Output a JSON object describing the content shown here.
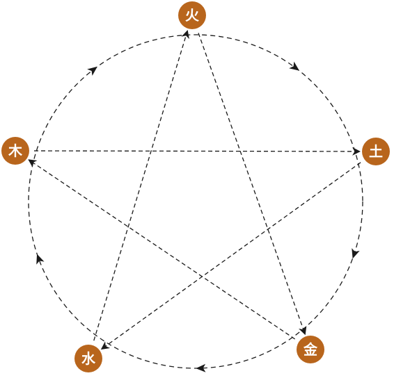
{
  "diagram": {
    "colors": {
      "node_fill": "#B8651C",
      "node_text": "#FFFFFF",
      "edge": "#1A1A1A",
      "background": "#FFFFFF"
    },
    "nodes": [
      {
        "id": "fire",
        "label": "火"
      },
      {
        "id": "earth",
        "label": "土"
      },
      {
        "id": "metal",
        "label": "金"
      },
      {
        "id": "water",
        "label": "水"
      },
      {
        "id": "wood",
        "label": "木"
      }
    ],
    "generating_cycle": [
      {
        "from": "fire",
        "to": "earth"
      },
      {
        "from": "earth",
        "to": "metal"
      },
      {
        "from": "metal",
        "to": "water"
      },
      {
        "from": "water",
        "to": "wood"
      },
      {
        "from": "wood",
        "to": "fire"
      }
    ],
    "overcoming_star": [
      {
        "from": "fire",
        "to": "metal"
      },
      {
        "from": "metal",
        "to": "wood"
      },
      {
        "from": "wood",
        "to": "earth"
      },
      {
        "from": "earth",
        "to": "water"
      },
      {
        "from": "water",
        "to": "fire"
      }
    ]
  }
}
